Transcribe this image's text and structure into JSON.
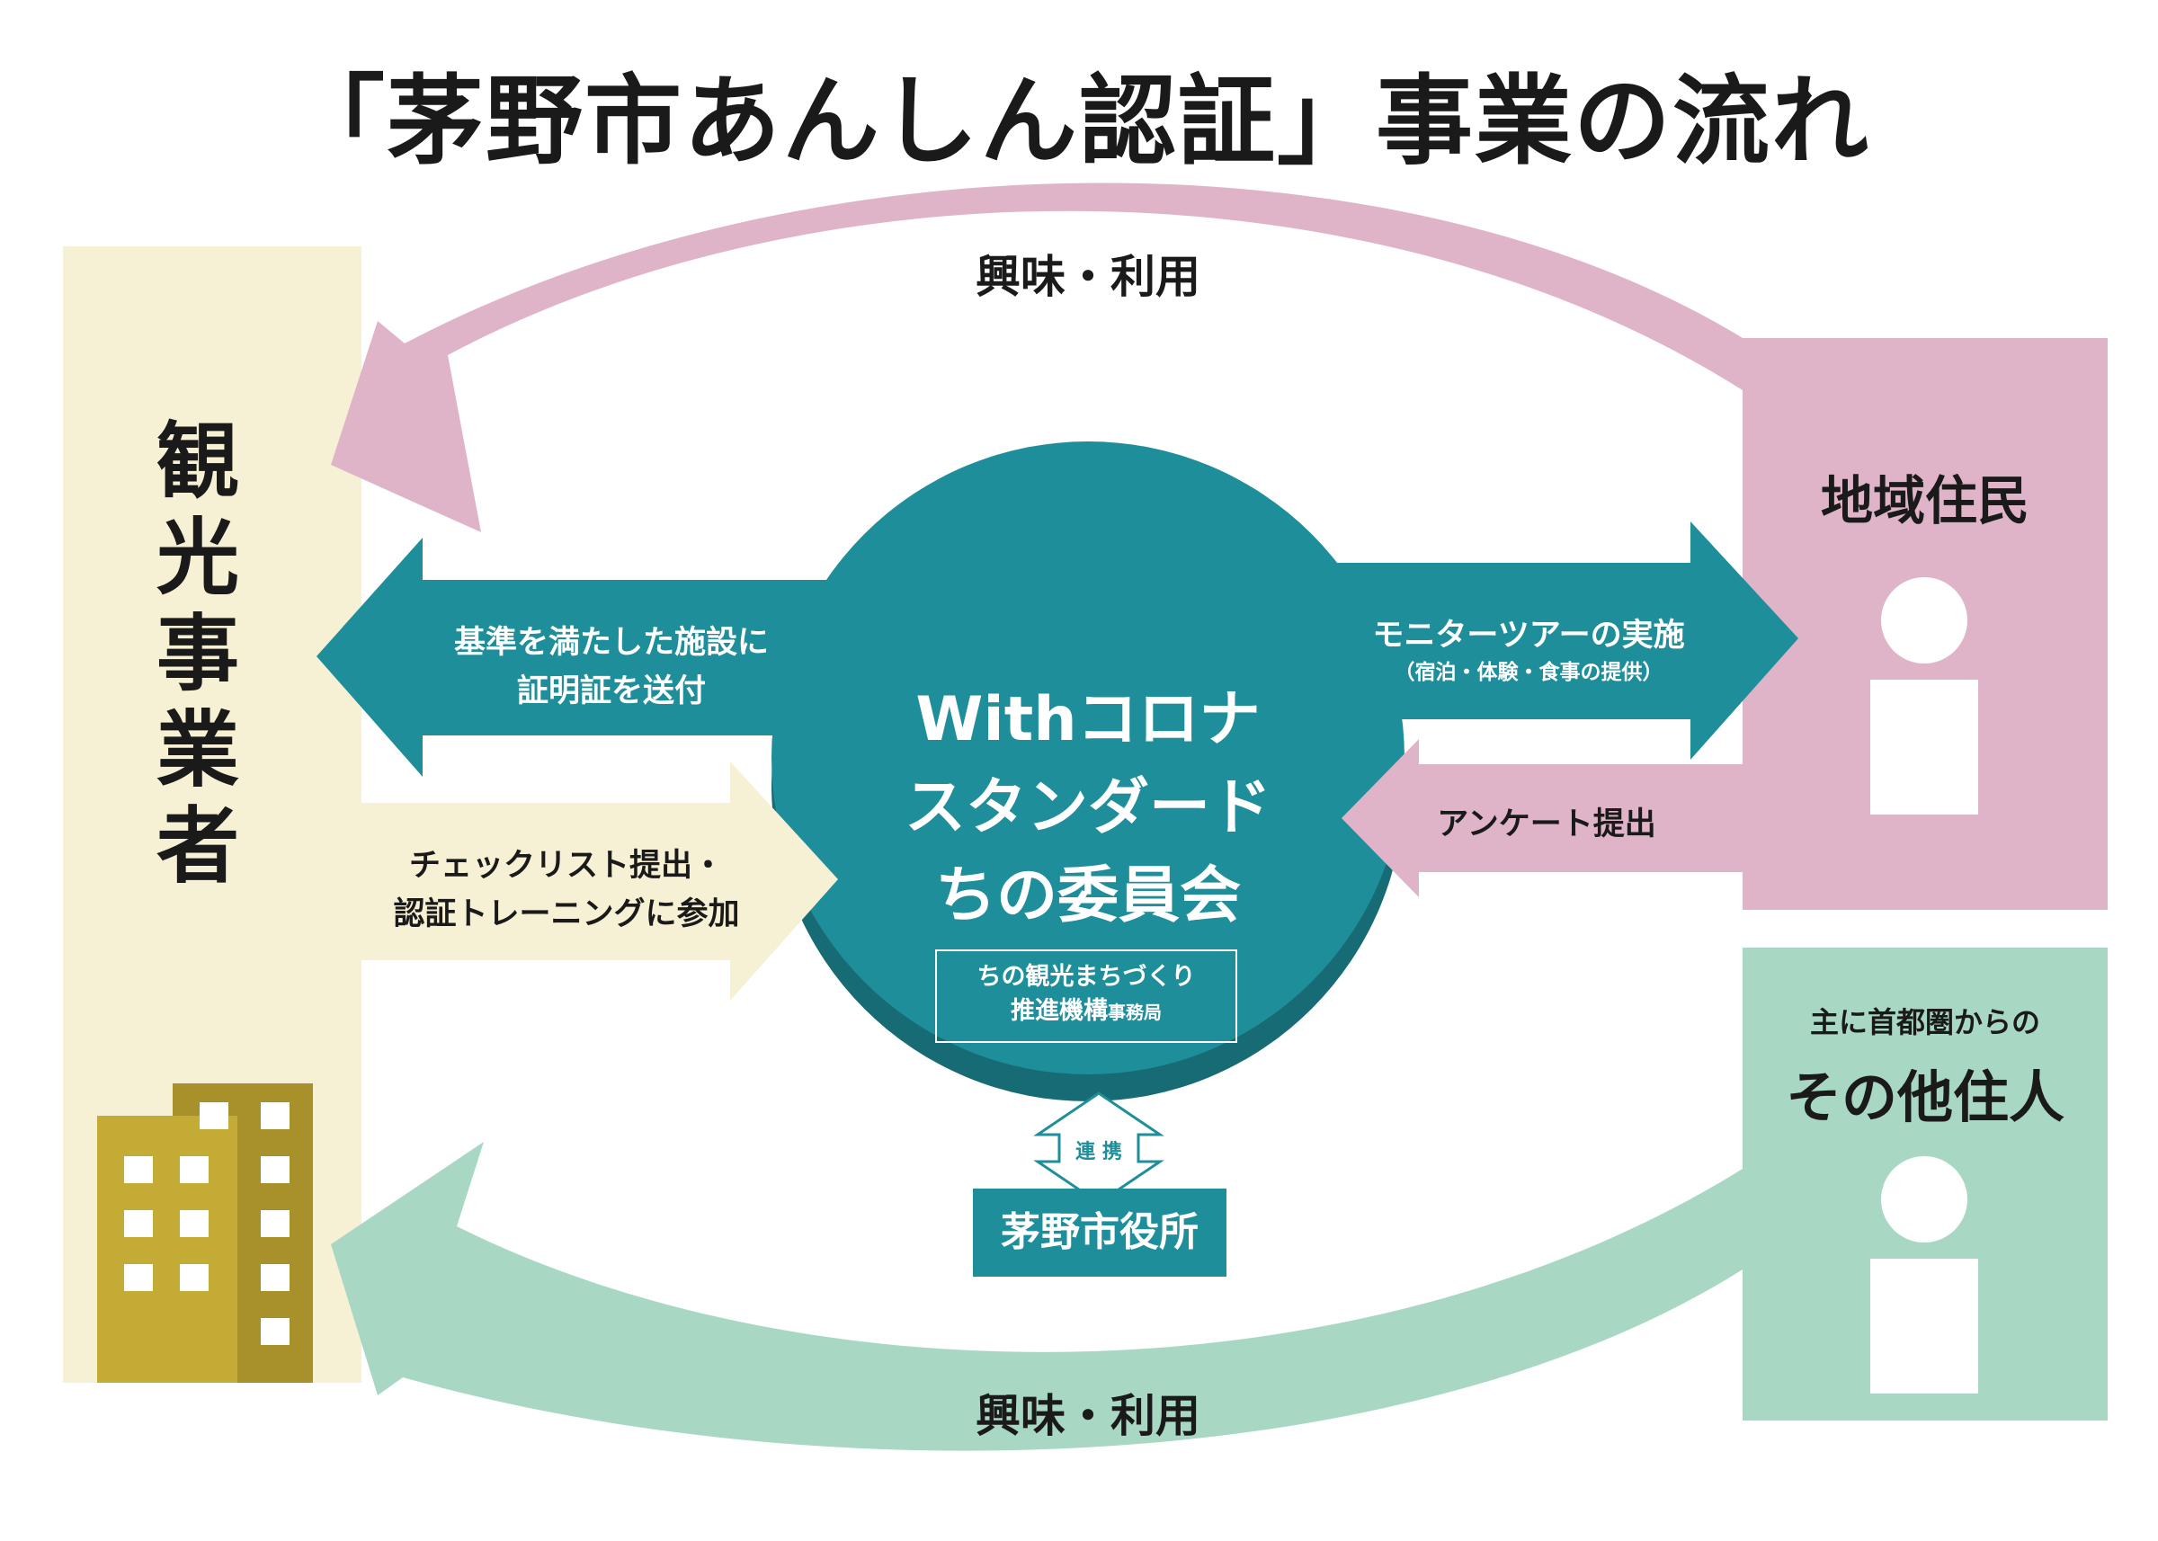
{
  "title": "「茅野市あんしん認証」事業の流れ",
  "operator": {
    "chars": [
      "観",
      "光",
      "事",
      "業",
      "者"
    ]
  },
  "residents": {
    "label": "地域住民"
  },
  "others": {
    "sub": "主に首都圏からの",
    "label": "その他住人"
  },
  "center": {
    "lines": [
      "Withコロナ",
      "スタンダード",
      "ちの委員会"
    ],
    "office_line1": "ちの観光まちづくり",
    "office_line2": "推進機構",
    "office_small": "事務局"
  },
  "cooperation": {
    "label": "連 携",
    "city_hall": "茅野市役所"
  },
  "arrows": {
    "top": "興味・利用",
    "bottom": "興味・利用",
    "certificate_line1": "基準を満たした施設に",
    "certificate_line2": "証明証を送付",
    "checklist_line1": "チェックリスト提出・",
    "checklist_line2": "認証トレーニングに参加",
    "monitor_line1": "モニターツアーの実施",
    "monitor_line2": "（宿泊・体験・食事の提供）",
    "survey": "アンケート提出"
  },
  "colors": {
    "teal": "#1f8e9b",
    "teal_dark": "#176b75",
    "pink": "#dfb4c8",
    "green": "#a8d8c4",
    "cream": "#f6f0d4",
    "gold": "#c4ab35",
    "gold_dark": "#a8912a"
  }
}
